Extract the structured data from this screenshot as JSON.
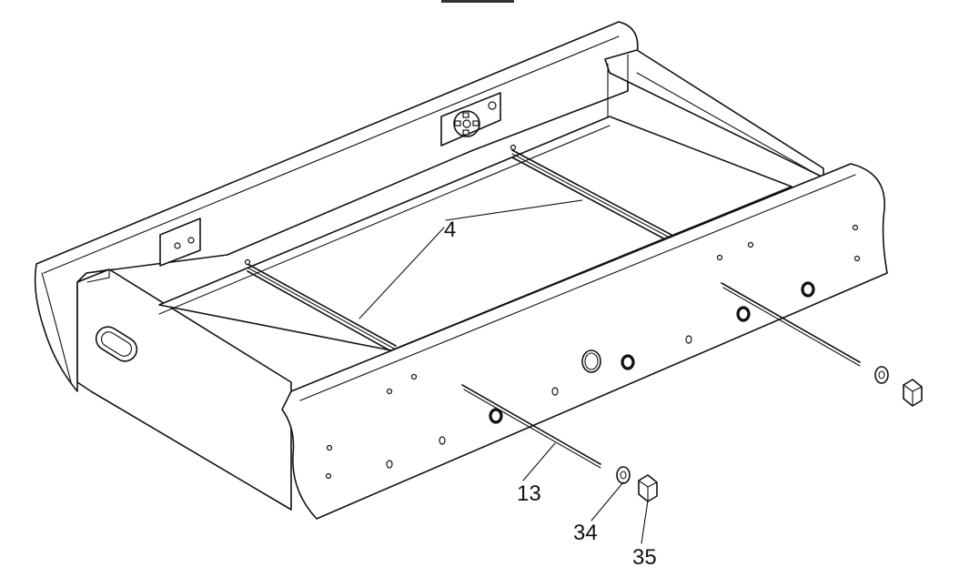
{
  "diagram": {
    "callouts": [
      {
        "id": "part-4",
        "text": "4"
      },
      {
        "id": "part-13",
        "text": "13"
      },
      {
        "id": "part-34",
        "text": "34"
      },
      {
        "id": "part-35",
        "text": "35"
      }
    ]
  }
}
